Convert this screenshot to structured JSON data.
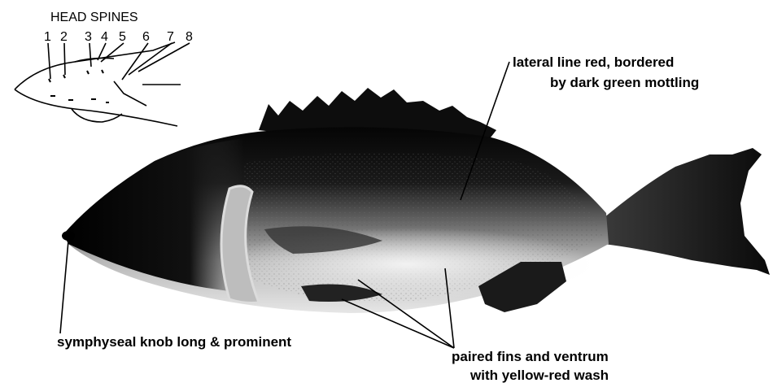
{
  "inset": {
    "title": "HEAD SPINES",
    "spine_numbers": [
      "1",
      "2",
      "3",
      "4",
      "5",
      "6",
      "7",
      "8"
    ]
  },
  "labels": {
    "lateral_line_1": "lateral line red, bordered",
    "lateral_line_2": "by dark green mottling",
    "symphyseal": "symphyseal knob long & prominent",
    "paired_fins_1": "paired fins and ventrum",
    "paired_fins_2": "with yellow-red wash"
  },
  "colors": {
    "ink": "#000000",
    "background": "#ffffff"
  }
}
